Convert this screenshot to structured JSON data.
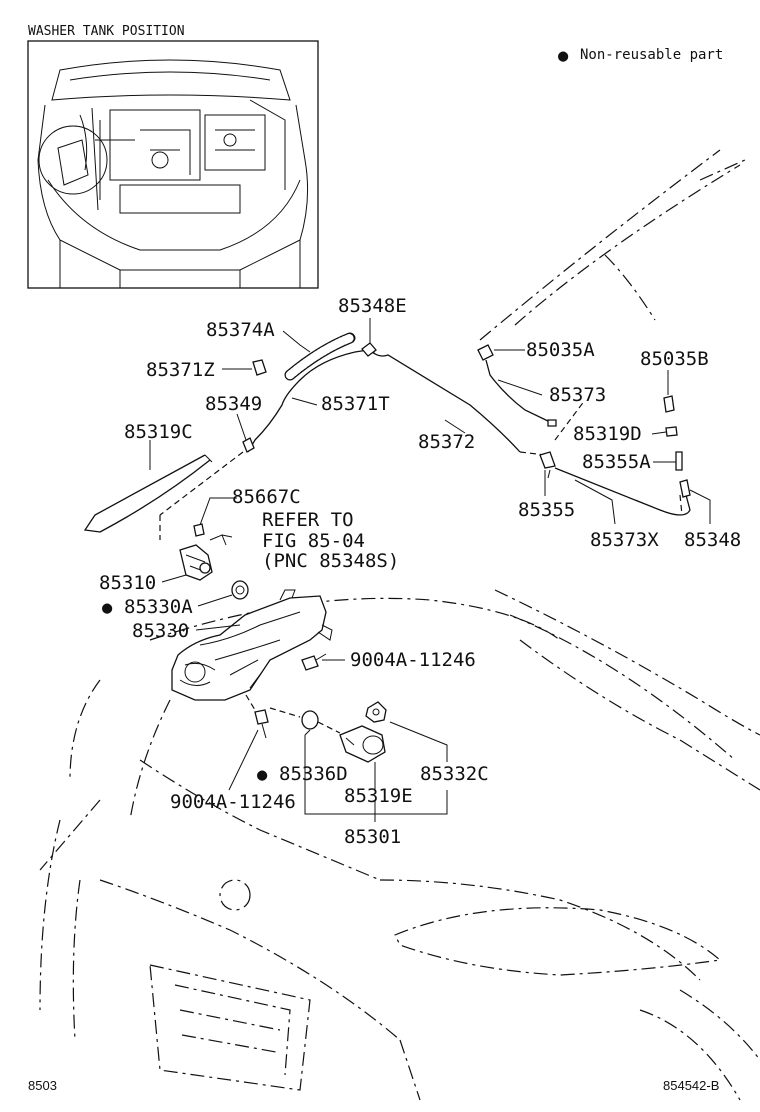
{
  "inset_title": "WASHER TANK POSITION",
  "legend": {
    "symbol": "●",
    "text": "Non-reusable part"
  },
  "labels": {
    "p85348E": "85348E",
    "p85374A": "85374A",
    "p85371Z": "85371Z",
    "p85349": "85349",
    "p85371T": "85371T",
    "p85319C": "85319C",
    "p85372": "85372",
    "p85035A": "85035A",
    "p85373": "85373",
    "p85035B": "85035B",
    "p85319D": "85319D",
    "p85355A": "85355A",
    "p85355": "85355",
    "p85373X": "85373X",
    "p85348": "85348",
    "p85667C": "85667C",
    "refer_1": "REFER TO",
    "refer_2": "FIG 85-04",
    "refer_3": "(PNC 85348S)",
    "p85310": "85310",
    "p85330A": "85330A",
    "p85330": "85330",
    "p9004A_right": "9004A-11246",
    "p85336D": "85336D",
    "p85332C": "85332C",
    "p85319E": "85319E",
    "p9004A_left": "9004A-11246",
    "p85301": "85301"
  },
  "nonreusable_marks": {
    "m85330A": "●",
    "m85336D": "●"
  },
  "footer": {
    "left": "8503",
    "right": "854542-B"
  }
}
